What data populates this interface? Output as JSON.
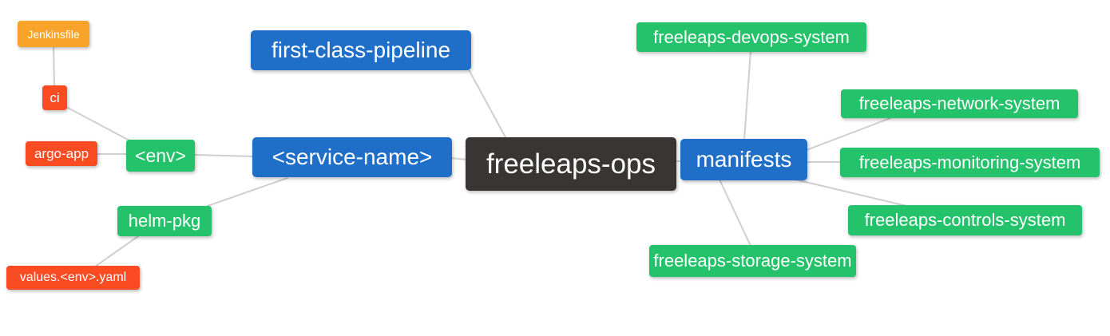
{
  "diagram": {
    "type": "mindmap",
    "root": "freeleaps-ops",
    "colors": {
      "background": "#FFFFFF",
      "text": "#FFFFFF",
      "edge": "#CFCFCF",
      "root_bg": "#3A3535",
      "level1_bg": "#1F6FC8",
      "level2_bg": "#24C26A",
      "level3_bg": "#FA4C22",
      "level4_bg": "#F8A42A"
    },
    "nodes": {
      "freeleaps_ops": {
        "label": "freeleaps-ops",
        "level": "root"
      },
      "first_class_pipeline": {
        "label": "first-class-pipeline",
        "level": 1
      },
      "service_name": {
        "label": "<service-name>",
        "level": 1
      },
      "manifests": {
        "label": "manifests",
        "level": 1
      },
      "env": {
        "label": "<env>",
        "level": 2
      },
      "helm_pkg": {
        "label": "helm-pkg",
        "level": 2
      },
      "devops_system": {
        "label": "freeleaps-devops-system",
        "level": 2
      },
      "network_system": {
        "label": "freeleaps-network-system",
        "level": 2
      },
      "monitoring_system": {
        "label": "freeleaps-monitoring-system",
        "level": 2
      },
      "controls_system": {
        "label": "freeleaps-controls-system",
        "level": 2
      },
      "storage_system": {
        "label": "freeleaps-storage-system",
        "level": 2
      },
      "ci": {
        "label": "ci",
        "level": 3
      },
      "argo_app": {
        "label": "argo-app",
        "level": 3
      },
      "values_env_yaml": {
        "label": "values.<env>.yaml",
        "level": 3
      },
      "jenkinsfile": {
        "label": "Jenkinsfile",
        "level": 4
      }
    },
    "edges": [
      {
        "from": "freeleaps-ops",
        "to": "first-class-pipeline"
      },
      {
        "from": "freeleaps-ops",
        "to": "<service-name>"
      },
      {
        "from": "freeleaps-ops",
        "to": "manifests"
      },
      {
        "from": "<service-name>",
        "to": "<env>"
      },
      {
        "from": "<service-name>",
        "to": "helm-pkg"
      },
      {
        "from": "<env>",
        "to": "ci"
      },
      {
        "from": "<env>",
        "to": "argo-app"
      },
      {
        "from": "ci",
        "to": "Jenkinsfile"
      },
      {
        "from": "helm-pkg",
        "to": "values.<env>.yaml"
      },
      {
        "from": "manifests",
        "to": "freeleaps-devops-system"
      },
      {
        "from": "manifests",
        "to": "freeleaps-network-system"
      },
      {
        "from": "manifests",
        "to": "freeleaps-monitoring-system"
      },
      {
        "from": "manifests",
        "to": "freeleaps-controls-system"
      },
      {
        "from": "manifests",
        "to": "freeleaps-storage-system"
      }
    ]
  }
}
